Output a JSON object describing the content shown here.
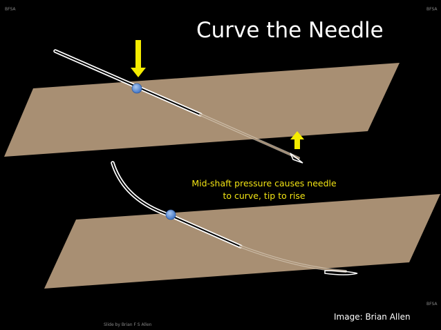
{
  "slide": {
    "title": "Curve the Needle",
    "watermark_top_left": "BFSA",
    "watermark_top_right": "BFSA",
    "watermark_bottom_right": "BFSA",
    "caption_line1": "Mid-shaft pressure causes needle",
    "caption_line2": "to curve, tip to rise",
    "image_credit": "Image: Brian Allen",
    "footer": "Slide by Brian F S Allen"
  },
  "colors": {
    "background": "#000000",
    "tissue_plane": "#a88f73",
    "needle": "#ffffff",
    "arrow": "#f5ec00",
    "contact_point": "#5b8fd6",
    "caption": "#f2e414"
  }
}
